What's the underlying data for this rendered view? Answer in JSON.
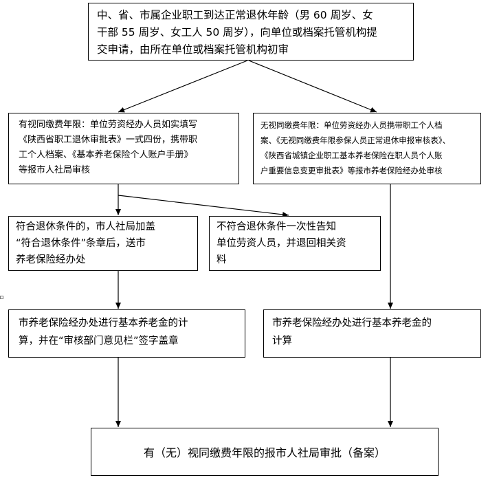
{
  "boxes": {
    "top": "中、省、市属企业职工到达正常退休年龄（男 60 周岁、女\n干部 55 周岁、女工人 50 周岁），向单位或档案托管机构提\n交申请，由所在单位或档案托管机构初审",
    "left": "有视同缴费年限：单位劳资经办人员如实填写\n《陕西省职工退休审批表》一式四份，携带职\n工个人档案、《基本养老保险个人账户手册》\n等报市人社局审核",
    "right": "无视同缴费年限：单位劳资经办人员携带职工个人档\n案、《无视同缴费年限参保人员正常退休申报审核表》、\n《陕西省城镇企业职工基本养老保险在职人员个人账\n户重要信息变更审批表》等报市养老保险经办处审核",
    "qualified": "符合退休条件的，市人社局加盖\n“符合退休条件”条章后，送市\n养老保险经办处",
    "not_qualified": "不符合退休条件一次性告知\n单位劳资人员，并退回相关资\n料",
    "calc_left": "市养老保险经办处进行基本养老金的计\n算，并在“审核部门意见栏”签字盖章",
    "calc_right": "市养老保险经办处进行基本养老金的\n计算",
    "final": "有（无）视同缴费年限的报市人社局审批（备案）"
  }
}
